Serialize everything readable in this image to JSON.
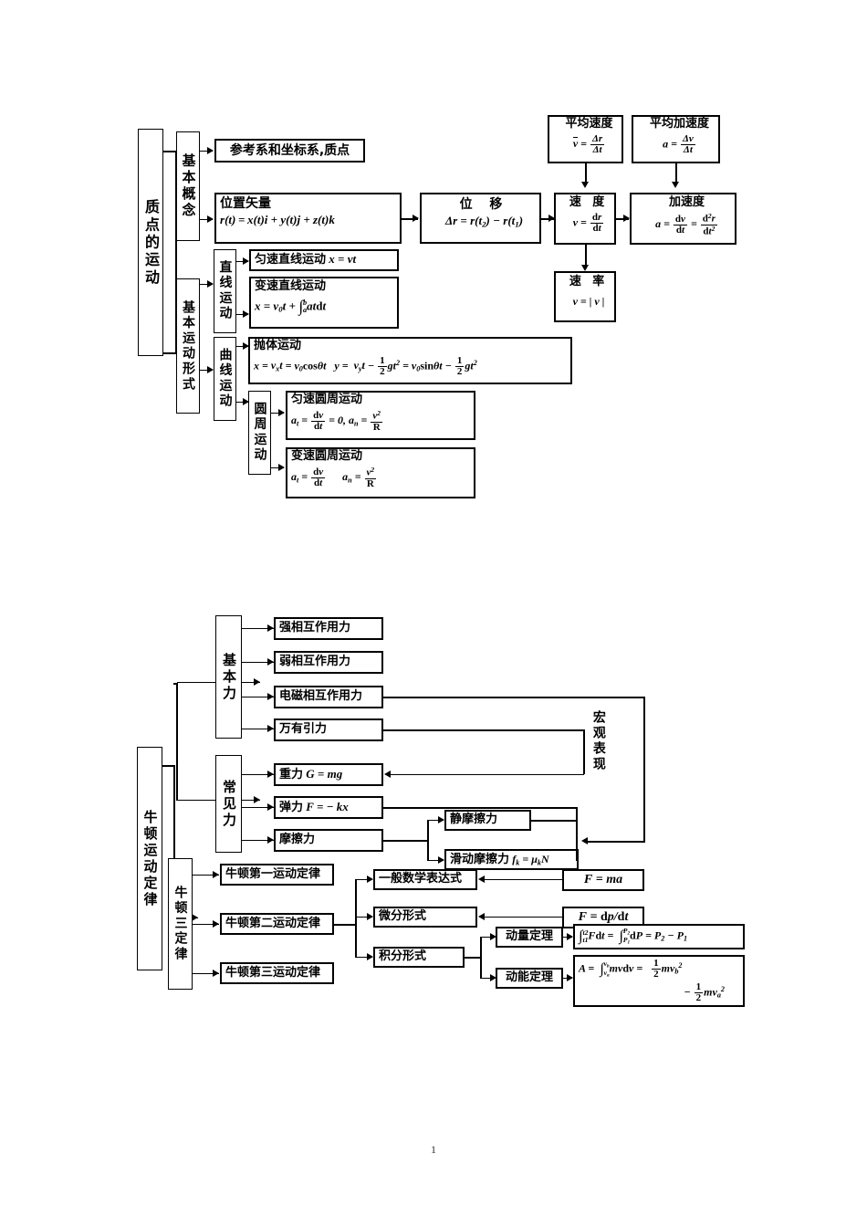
{
  "page": {
    "number": "1"
  },
  "diagram1": {
    "title": "质点的运动",
    "root_label": "质点的运动",
    "branches": {
      "basic_concepts": "基本概念",
      "basic_motion_forms": "基本运动形式",
      "linear_motion": "直线运动",
      "curvilinear_motion": "曲线运动",
      "circular_motion": "圆周运动"
    },
    "nodes": {
      "reference_frame": "参考系和坐标系,质点",
      "position_vector_title": "位置矢量",
      "position_vector_formula": "r(t) = x(t)i + y(t)j + z(t)k",
      "displacement_title": "位  移",
      "displacement_formula": "Δr = r(t₂) − r(t₁)",
      "avg_velocity_title": "平均速度",
      "avg_velocity_formula": "v̄ = Δr/Δt",
      "avg_accel_title": "平均加速度",
      "avg_accel_formula": "a = Δv/Δt",
      "velocity_title": "速  度",
      "velocity_formula": "v = dr/dt",
      "accel_title": "加速度",
      "accel_formula": "a = dv/dt = d²r/dt²",
      "speed_title": "速  率",
      "speed_formula": "v = | v |",
      "uniform_linear": "匀速直线运动",
      "uniform_linear_formula": "x = vt",
      "variable_linear_title": "变速直线运动",
      "variable_linear_formula": "x = v₀t + ∫ₐᵇ at dt",
      "projectile_title": "抛体运动",
      "projectile_formula_x": "x = vₓt = v₀cosθt",
      "projectile_formula_y": "y = v_yt − ½gt² = v₀sinθt − ½gt²",
      "uniform_circular_title": "匀速圆周运动",
      "uniform_circular_formula": "a_t = dv/dt = 0, a_n = v²/R",
      "variable_circular_title": "变速圆周运动",
      "variable_circular_formula": "a_t = dv/dt    a_n = v²/R"
    }
  },
  "diagram2": {
    "title": "牛顿运动定律",
    "root_label": "牛顿运动定律",
    "branches": {
      "fundamental_forces": "基本力",
      "common_forces": "常见力",
      "three_laws": "牛顿三定律"
    },
    "macroscopic_label": "宏观表现",
    "nodes": {
      "strong_force": "强相互作用力",
      "weak_force": "弱相互作用力",
      "electromagnetic_force": "电磁相互作用力",
      "gravitation": "万有引力",
      "gravity": "重力 G = mg",
      "elastic_force": "弹力 F = − kx",
      "friction": "摩擦力",
      "static_friction": "静摩擦力",
      "kinetic_friction": "滑动摩擦力 f_k = μ_k N",
      "first_law": "牛顿第一运动定律",
      "second_law": "牛顿第二运动定律",
      "third_law": "牛顿第三运动定律",
      "general_math_form": "一般数学表达式",
      "differential_form": "微分形式",
      "integral_form": "积分形式",
      "momentum_theorem": "动量定理",
      "kinetic_energy_theorem": "动能定理",
      "f_equals_ma": "F = ma",
      "f_equals_dpdt": "F = dp/dt",
      "momentum_formula": "∫t₁^t2 F dt = ∫P₁^P₂ dP = P₂ − P₁",
      "energy_formula_line1": "A = ∫_va^vb mv dv = ½mv_b²",
      "energy_formula_line2": "− ½mv_a²"
    }
  }
}
